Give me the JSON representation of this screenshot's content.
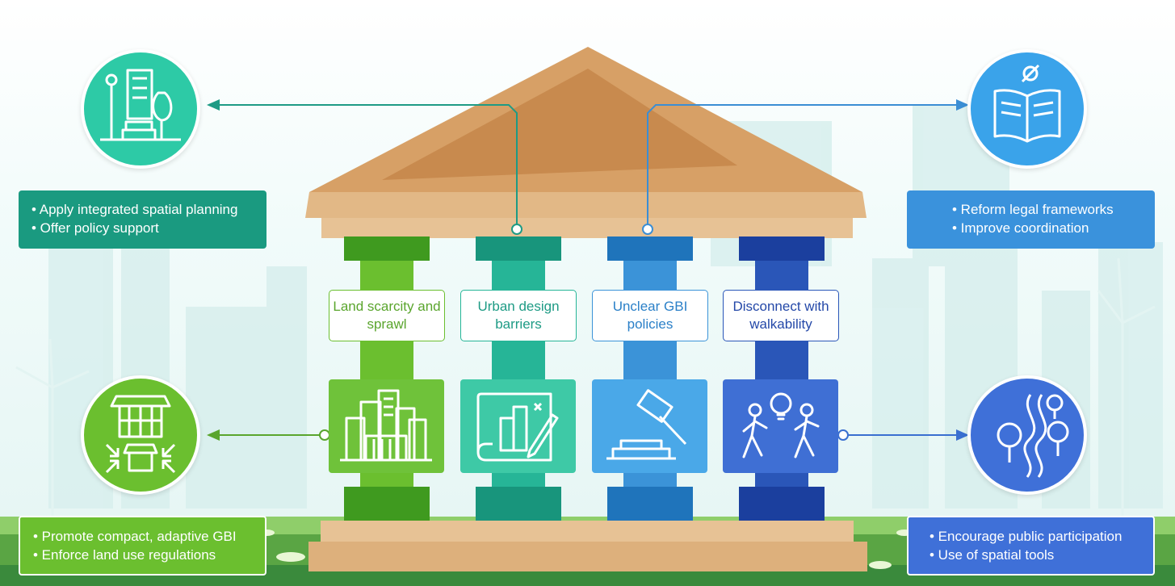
{
  "pillars": [
    {
      "label": "Land scarcity and sprawl",
      "color": "#6bbf2f"
    },
    {
      "label": "Urban design barriers",
      "color": "#26b597"
    },
    {
      "label": "Unclear GBI policies",
      "color": "#3b93d8"
    },
    {
      "label": "Disconnect with walkability",
      "color": "#2a56b8"
    }
  ],
  "solutions": {
    "top_left": [
      "• Apply integrated spatial planning",
      "• Offer policy support"
    ],
    "top_right": [
      "• Reform legal frameworks",
      "• Improve coordination"
    ],
    "bottom_left": [
      "• Promote compact, adaptive GBI",
      "• Enforce land use regulations"
    ],
    "bottom_right": [
      "• Encourage public participation",
      "• Use of spatial tools"
    ]
  },
  "icons": {
    "circle_top_left": "city-building-tree-icon",
    "circle_top_right": "open-book-icon",
    "circle_bottom_left": "compact-building-icon",
    "circle_bottom_right": "trees-path-icon",
    "tile_1": "city-skyline-icon",
    "tile_2": "urban-blueprint-icon",
    "tile_3": "gavel-icon",
    "tile_4": "walking-people-idea-icon"
  }
}
